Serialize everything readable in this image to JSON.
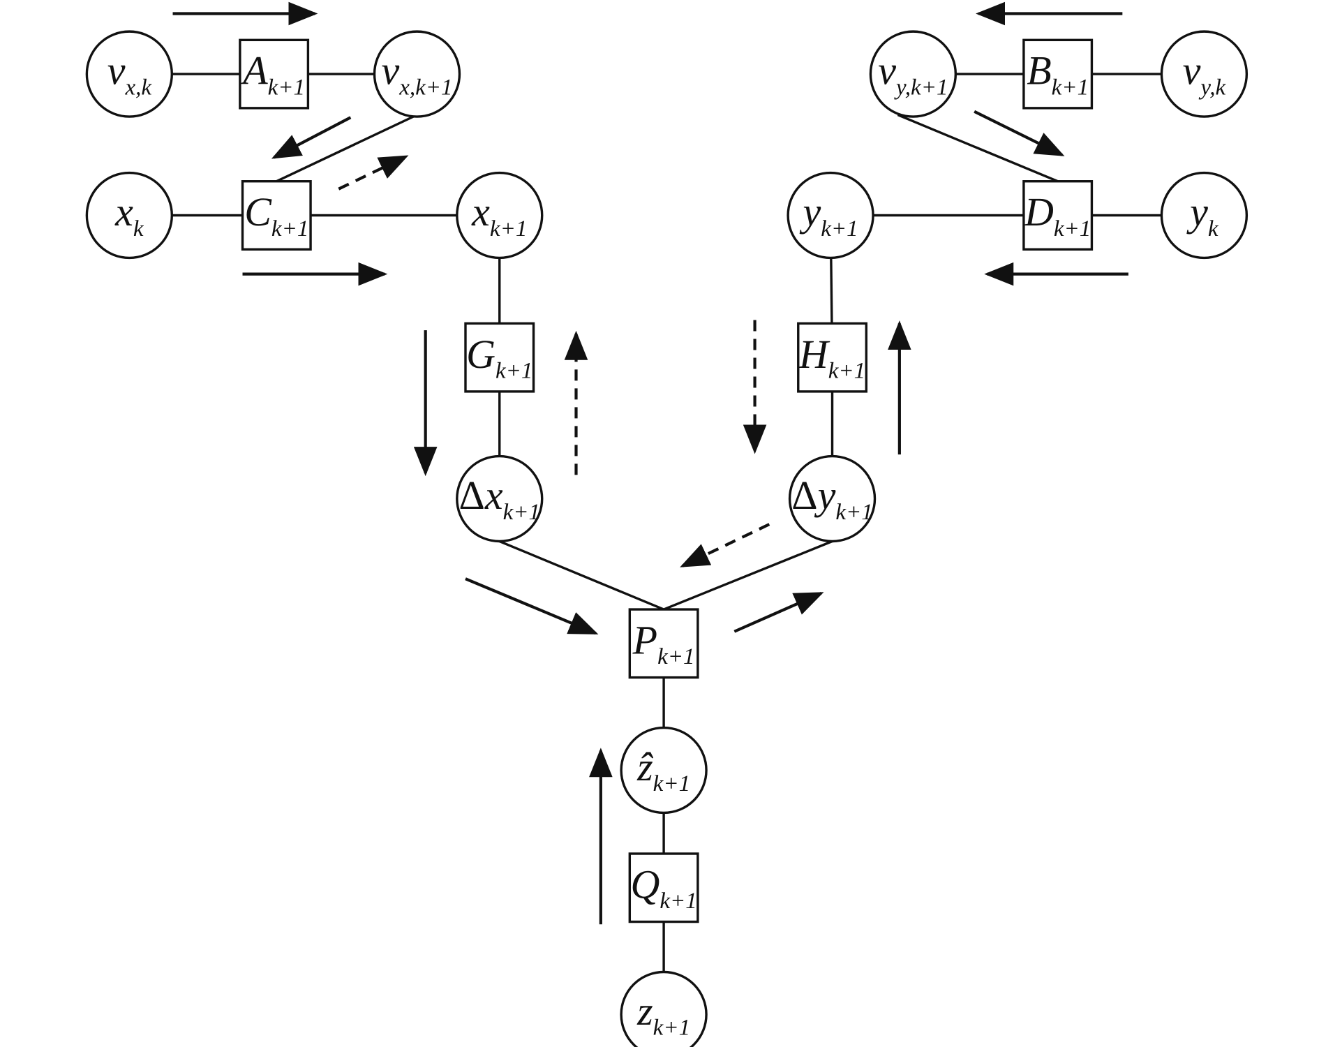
{
  "diagram": {
    "title": "",
    "nodes": [
      {
        "id": "vxk",
        "shape": "circle",
        "label": "v",
        "sub": "x,k"
      },
      {
        "id": "Ak1",
        "shape": "square",
        "label": "A",
        "sub": "k+1"
      },
      {
        "id": "vxk1",
        "shape": "circle",
        "label": "v",
        "sub": "x,k+1"
      },
      {
        "id": "xk",
        "shape": "circle",
        "label": "x",
        "sub": "k"
      },
      {
        "id": "Ck1",
        "shape": "square",
        "label": "C",
        "sub": "k+1"
      },
      {
        "id": "xk1",
        "shape": "circle",
        "label": "x",
        "sub": "k+1"
      },
      {
        "id": "Gk1",
        "shape": "square",
        "label": "G",
        "sub": "k+1"
      },
      {
        "id": "dxk1",
        "shape": "circle",
        "label": "Δx",
        "sub": "k+1"
      },
      {
        "id": "vyk1",
        "shape": "circle",
        "label": "v",
        "sub": "y,k+1"
      },
      {
        "id": "Bk1",
        "shape": "square",
        "label": "B",
        "sub": "k+1"
      },
      {
        "id": "vyk",
        "shape": "circle",
        "label": "v",
        "sub": "y,k"
      },
      {
        "id": "yk1",
        "shape": "circle",
        "label": "y",
        "sub": "k+1"
      },
      {
        "id": "Dk1",
        "shape": "square",
        "label": "D",
        "sub": "k+1"
      },
      {
        "id": "yk",
        "shape": "circle",
        "label": "y",
        "sub": "k"
      },
      {
        "id": "Hk1",
        "shape": "square",
        "label": "H",
        "sub": "k+1"
      },
      {
        "id": "dyk1",
        "shape": "circle",
        "label": "Δy",
        "sub": "k+1"
      },
      {
        "id": "Pk1",
        "shape": "square",
        "label": "P",
        "sub": "k+1"
      },
      {
        "id": "zhk1",
        "shape": "circle",
        "label": "ẑ",
        "sub": "k+1"
      },
      {
        "id": "Qk1",
        "shape": "square",
        "label": "Q",
        "sub": "k+1"
      },
      {
        "id": "zk1",
        "shape": "circle",
        "label": "z",
        "sub": "k+1"
      }
    ],
    "edges": [
      [
        "vxk",
        "Ak1"
      ],
      [
        "Ak1",
        "vxk1"
      ],
      [
        "xk",
        "Ck1"
      ],
      [
        "Ck1",
        "xk1"
      ],
      [
        "vxk1",
        "Ck1"
      ],
      [
        "xk1",
        "Gk1"
      ],
      [
        "Gk1",
        "dxk1"
      ],
      [
        "dxk1",
        "Pk1"
      ],
      [
        "vyk1",
        "Bk1"
      ],
      [
        "Bk1",
        "vyk"
      ],
      [
        "yk1",
        "Dk1"
      ],
      [
        "Dk1",
        "yk"
      ],
      [
        "vyk1",
        "Dk1"
      ],
      [
        "yk1",
        "Hk1"
      ],
      [
        "Hk1",
        "dyk1"
      ],
      [
        "dyk1",
        "Pk1"
      ],
      [
        "Pk1",
        "zhk1"
      ],
      [
        "zhk1",
        "Qk1"
      ],
      [
        "Qk1",
        "zk1"
      ]
    ],
    "messages": [
      {
        "id": "m-top-left",
        "style": "solid"
      },
      {
        "id": "m-vx-to-c",
        "style": "solid"
      },
      {
        "id": "m-c-to-vx",
        "style": "dashed"
      },
      {
        "id": "m-x-right",
        "style": "solid"
      },
      {
        "id": "m-x-down",
        "style": "solid"
      },
      {
        "id": "m-dx-up",
        "style": "dashed"
      },
      {
        "id": "m-dx-to-p",
        "style": "solid"
      },
      {
        "id": "m-top-right",
        "style": "solid"
      },
      {
        "id": "m-vy-to-d",
        "style": "solid"
      },
      {
        "id": "m-y-left",
        "style": "solid"
      },
      {
        "id": "m-y-down",
        "style": "dashed"
      },
      {
        "id": "m-dy-up",
        "style": "solid"
      },
      {
        "id": "m-dy-to-p",
        "style": "dashed"
      },
      {
        "id": "m-p-to-dy",
        "style": "solid"
      },
      {
        "id": "m-z-up",
        "style": "solid"
      }
    ]
  }
}
